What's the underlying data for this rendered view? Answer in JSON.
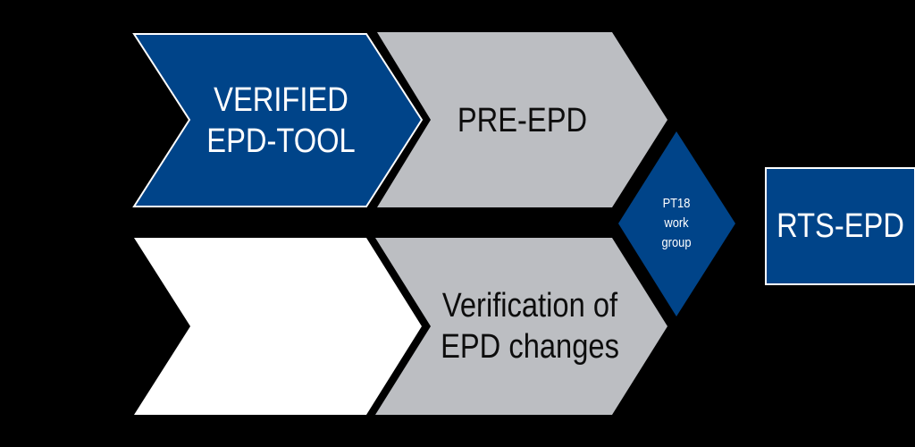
{
  "colors": {
    "background": "#000000",
    "blue": "#004489",
    "gray": "#bcbec2",
    "white": "#ffffff",
    "blue_border": "#ffffff"
  },
  "nodes": {
    "verified_tool": {
      "line1": "VERIFIED",
      "line2": "EPD-TOOL"
    },
    "pre_epd": {
      "text": "PRE-EPD"
    },
    "verification_changes": {
      "line1": "Verification of",
      "line2": "EPD changes"
    },
    "pt18": {
      "line1": "PT18",
      "line2": "work",
      "line3": "group"
    },
    "rts_epd": {
      "text": "RTS-EPD"
    }
  }
}
